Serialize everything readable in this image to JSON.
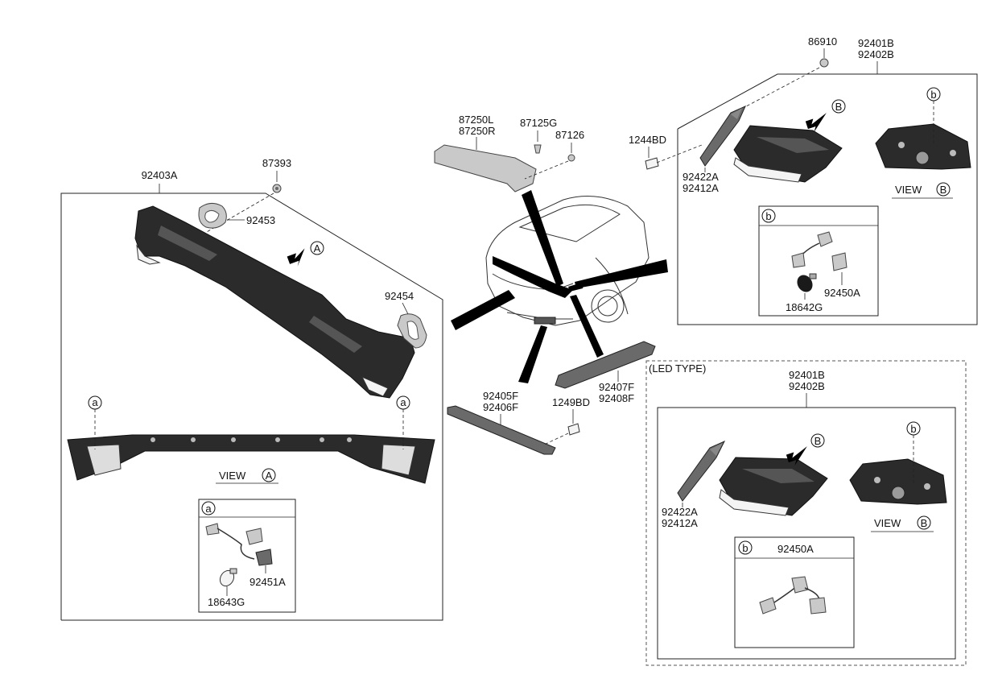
{
  "labels": {
    "p86910": "86910",
    "p92401B_top": "92401B",
    "p92402B_top": "92402B",
    "p1244BD": "1244BD",
    "p87250L": "87250L",
    "p87250R": "87250R",
    "p87125G": "87125G",
    "p87126": "87126",
    "p87393": "87393",
    "p92403A": "92403A",
    "p92453": "92453",
    "p92454": "92454",
    "p92422A_top": "92422A",
    "p92412A_top": "92412A",
    "p92450A_top": "92450A",
    "p18642G": "18642G",
    "p92405F": "92405F",
    "p92406F": "92406F",
    "p1249BD": "1249BD",
    "p92407F": "92407F",
    "p92408F": "92408F",
    "p92451A": "92451A",
    "p18643G": "18643G",
    "p92401B_led": "92401B",
    "p92402B_led": "92402B",
    "p92422A_led": "92422A",
    "p92412A_led": "92412A",
    "p92450A_led": "92450A"
  },
  "markers": {
    "A": "A",
    "B": "B",
    "a": "a",
    "b": "b"
  },
  "views": {
    "view_text": "VIEW"
  },
  "sections": {
    "led_type": "(LED TYPE)"
  }
}
